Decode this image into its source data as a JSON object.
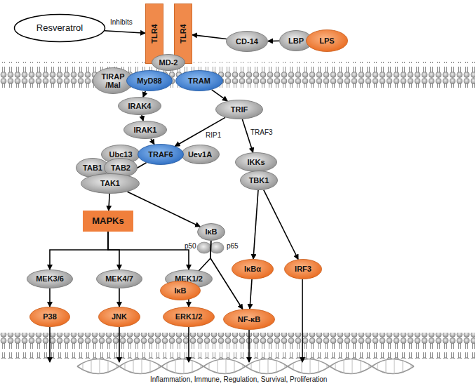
{
  "diagram": {
    "nodes": [
      {
        "text": [
          "Resveratrol"
        ]
      },
      {
        "text": [
          "TLR4"
        ]
      },
      {
        "text": [
          "TLR4"
        ]
      },
      {
        "text": [
          "CD-14"
        ]
      },
      {
        "text": [
          "LBP"
        ]
      },
      {
        "text": [
          "LPS"
        ]
      },
      {
        "text": [
          "MD-2"
        ]
      },
      {
        "text": [
          "TIRAP /Mal"
        ]
      },
      {
        "text": [
          "MyD88"
        ]
      },
      {
        "text": [
          "TRAM"
        ]
      },
      {
        "text": [
          "IRAK4"
        ]
      },
      {
        "text": [
          "TRIF"
        ]
      },
      {
        "text": [
          "IRAK1"
        ]
      },
      {
        "text": [
          "Ubc13"
        ]
      },
      {
        "text": [
          "TRAF6"
        ]
      },
      {
        "text": [
          "Uev1A"
        ]
      },
      {
        "text": [
          "TAB1"
        ]
      },
      {
        "text": [
          "TAB2"
        ]
      },
      {
        "text": [
          "TAK1"
        ]
      },
      {
        "text": [
          "IKKs"
        ]
      },
      {
        "text": [
          "TBK1"
        ]
      },
      {
        "text": [
          "MAPKs"
        ]
      },
      {
        "text": [
          "IκB"
        ]
      },
      {
        "text": [
          "MEK3/6"
        ]
      },
      {
        "text": [
          "MEK4/7"
        ]
      },
      {
        "text": [
          "MEK1/2"
        ]
      },
      {
        "text": [
          "IκB"
        ]
      },
      {
        "text": [
          "IκBα"
        ]
      },
      {
        "text": [
          "IRF3"
        ]
      },
      {
        "text": [
          "P38"
        ]
      },
      {
        "text": [
          "JNK"
        ]
      },
      {
        "text": [
          "ERK1/2"
        ]
      },
      {
        "text": [
          "NF-κB"
        ]
      }
    ],
    "edges": [
      {
        "from": 0,
        "to": 1,
        "arrow": "to",
        "label": "Inhibits"
      },
      {
        "from": 3,
        "to": 2,
        "arrow": "to"
      },
      {
        "from": 4,
        "to": 3,
        "arrow": "to"
      },
      {
        "from": 8,
        "to": 10,
        "arrow": "to"
      },
      {
        "from": 10,
        "to": 12,
        "arrow": "to"
      },
      {
        "from": 12,
        "to": 14,
        "arrow": "to"
      },
      {
        "from": 9,
        "to": 11,
        "arrow": "to"
      },
      {
        "from": 11,
        "to": 14,
        "arrow": "to",
        "label": "RIP1"
      },
      {
        "from": 11,
        "to": 19,
        "arrow": "to",
        "label": "TRAF3"
      },
      {
        "from": 14,
        "to": 18,
        "arrow": "to"
      },
      {
        "from": 18,
        "to": 21,
        "arrow": "to"
      },
      {
        "from": 18,
        "to": 22,
        "arrow": "to"
      },
      {
        "from": 21,
        "to": 23,
        "arrow": "to"
      },
      {
        "from": 21,
        "to": 24,
        "arrow": "to"
      },
      {
        "from": 21,
        "to": 25,
        "arrow": "to"
      },
      {
        "from": 23,
        "to": 29,
        "arrow": "to"
      },
      {
        "from": 24,
        "to": 30,
        "arrow": "to"
      },
      {
        "from": 25,
        "to": 31,
        "arrow": "to"
      },
      {
        "from": 22,
        "to": 26,
        "arrow": "to"
      },
      {
        "from": 22,
        "to": 32,
        "arrow": "to"
      },
      {
        "from": 20,
        "to": 27,
        "arrow": "to"
      },
      {
        "from": 20,
        "to": 28,
        "arrow": "to"
      },
      {
        "from": 27,
        "to": 32,
        "arrow": "to"
      }
    ],
    "labels": [
      "p50",
      "p65",
      "Inflammation, Immune, Regulation, Survival, Proliferation"
    ]
  }
}
